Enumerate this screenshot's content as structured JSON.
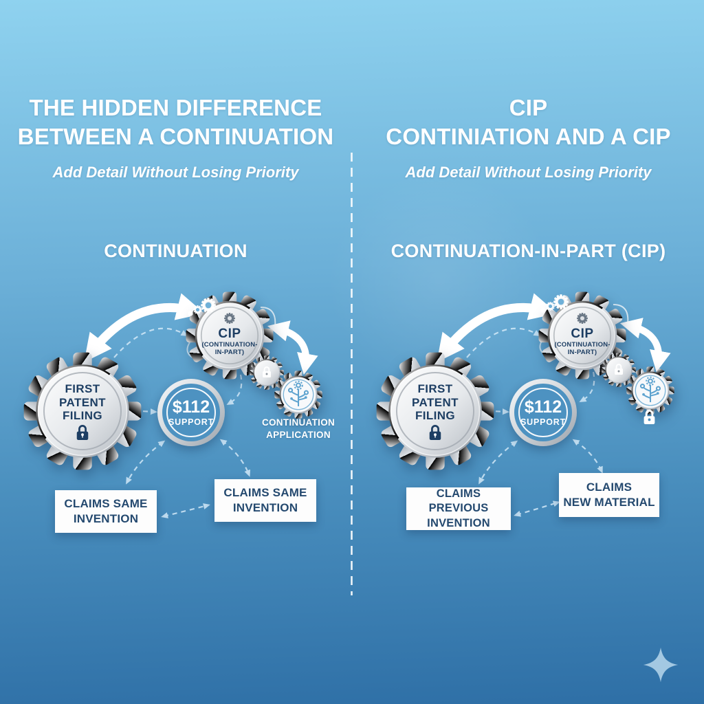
{
  "colors": {
    "background_top": "#8fd2ef",
    "background_bottom": "#2e6fa6",
    "metal_light": "#f6f8fa",
    "metal_dark": "#8f969e",
    "navy_text": "#1d3e63",
    "support_disc_blue": "#4d92c1",
    "white": "#ffffff",
    "sparkle_blue": "#aacce5"
  },
  "icons": {
    "lock": "lock-icon",
    "branch": "branch-icon",
    "mini_gear": "gear-icon",
    "sparkle": "sparkle-icon"
  },
  "left_panel": {
    "title_line1": "THE HIDDEN DIFFERENCE",
    "title_line2": "BETWEEN A CONTINUATION",
    "subtitle": "Add Detail Without Losing Priority",
    "section_title": "CONTINUATION",
    "first_gear": {
      "line1": "FIRST",
      "line2": "PATENT",
      "line3": "FILING"
    },
    "cip_gear": {
      "title": "CIP",
      "sub_line1": "(CONTINUATION-",
      "sub_line2": "IN-PART)"
    },
    "support_circle": {
      "value": "$112",
      "label": "SUPPORT"
    },
    "application_label": {
      "line1": "CONTINUATION",
      "line2": "APPLICATION"
    },
    "box_a": {
      "line1": "CLAIMS SAME",
      "line2": "INVENTION"
    },
    "box_b": {
      "line1": "CLAIMS SAME",
      "line2": "INVENTION"
    }
  },
  "right_panel": {
    "title_line1": "CIP",
    "title_line2": "CONTINIATION AND A CIP",
    "subtitle": "Add Detail Without Losing Priority",
    "section_title": "CONTINUATION-IN-PART (CIP)",
    "first_gear": {
      "line1": "FIRST",
      "line2": "PATENT",
      "line3": "FILING"
    },
    "cip_gear": {
      "title": "CIP",
      "sub_line1": "(CONTINUATION-",
      "sub_line2": "IN-PART)"
    },
    "support_circle": {
      "value": "$112",
      "label": "SUPPORT"
    },
    "box_a": {
      "line1": "CLAIMS PREVIOUS",
      "line2": "INVENTION"
    },
    "box_b": {
      "line1": "CLAIMS",
      "line2": "NEW MATERIAL"
    }
  }
}
